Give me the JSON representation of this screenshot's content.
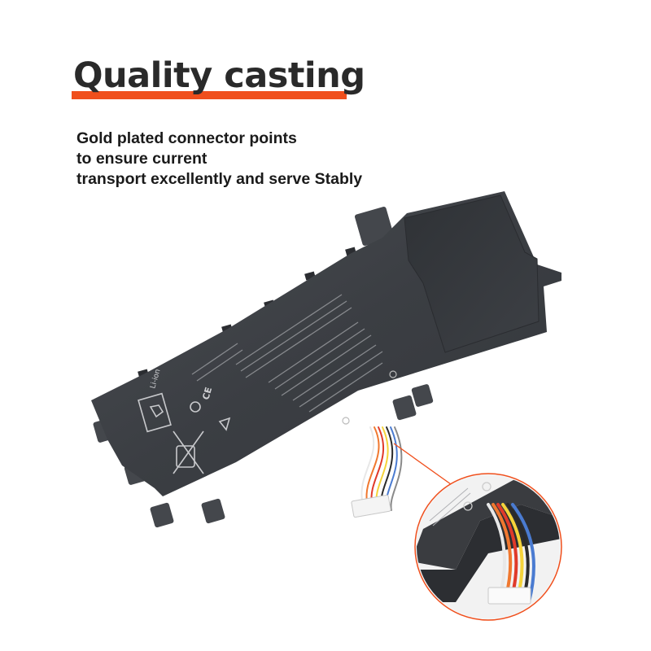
{
  "headline": "Quality casting",
  "description_lines": [
    "Gold plated connector points",
    "to ensure current",
    "transport excellently and serve Stably"
  ],
  "battery_label": {
    "chemistry": "Li-ion",
    "certification": "CE"
  },
  "colors": {
    "accent": "#f04f1c",
    "headline_text": "#2a2a2a",
    "body_text": "#1a1a1a",
    "battery_body": "#3b3e43"
  }
}
